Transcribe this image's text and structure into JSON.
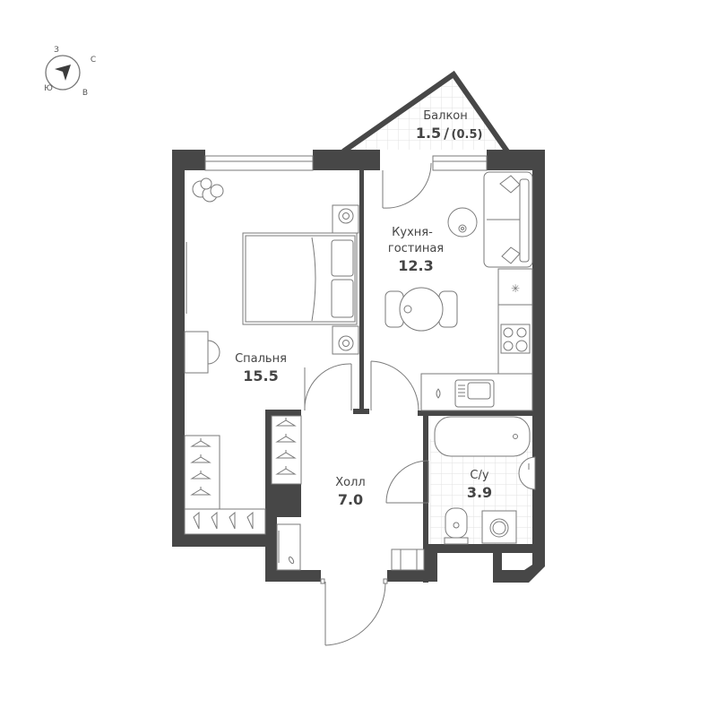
{
  "compass": {
    "labels": {
      "west": "З",
      "north": "С",
      "south": "Ю",
      "east": "В"
    },
    "icon": "compass-arrow-icon"
  },
  "rooms": {
    "balcony": {
      "name": "Балкон",
      "area": "1.5",
      "area_reduced": "(0.5)",
      "separator": "/"
    },
    "kitchen_living": {
      "name_line1": "Кухня-",
      "name_line2": "гостиная",
      "area": "12.3"
    },
    "bedroom": {
      "name": "Спальня",
      "area": "15.5"
    },
    "hall": {
      "name": "Холл",
      "area": "7.0"
    },
    "bathroom": {
      "name": "С/у",
      "area": "3.9"
    }
  },
  "colors": {
    "wall": "#474747",
    "line": "#7a7a7a",
    "text": "#454545",
    "tile": "#e4e4e4",
    "background": "#ffffff"
  }
}
